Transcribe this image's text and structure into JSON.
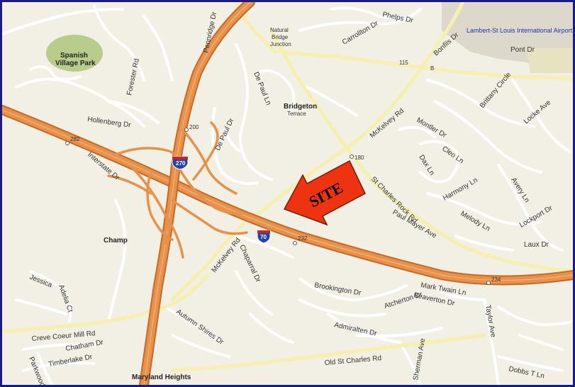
{
  "map": {
    "colors": {
      "background": "#f2efe4",
      "highway": "#e8914a",
      "highway_edge": "#c46a28",
      "arterial": "#f5f0b0",
      "local_road": "#ffffff",
      "park": "#b8cc8c",
      "airport": "#ddd8cc",
      "site_arrow": "#ee3311",
      "frame": "#1a1a8c"
    },
    "places": {
      "spanish_village_park": [
        "Spanish",
        "Village Park"
      ],
      "natural_bridge_junction": [
        "Natural",
        "Bridge",
        "Junction"
      ],
      "bridgeton_terrace": [
        "Bridgeton",
        "Terrace"
      ],
      "champ": "Champ",
      "maryland_heights": "Maryland Heights",
      "airport": "Lambert-St Louis International Airport"
    },
    "shields": {
      "i270": "270",
      "i70": "70"
    },
    "exits": {
      "e200": "200",
      "e232": "232",
      "e234": "234",
      "e180": "180",
      "e282": "282"
    },
    "routes": {
      "r115": "115",
      "rB": "B"
    },
    "streets": {
      "pennridge_dr": "Pennridge Dr",
      "forester_rd": "Forester Rd",
      "hollenberg_dr": "Hollenberg Dr",
      "interstate_dr": "Interstate Dr",
      "de_paul_ln": "De Paul Ln",
      "de_paul_dr": "De Paul Dr",
      "carrollton_dr": "Carrollton Dr",
      "phelps_dr": "Phelps Dr",
      "bonfils_dr": "Bonfils Dr",
      "pont_dr": "Pont Dr",
      "brittany_circle": "Brittany Circle",
      "locke_ave": "Locke Ave",
      "mckelvey_rd_north": "McKelvey Rd",
      "montler_dr": "Montler Dr",
      "cleo_ln": "Cleo Ln",
      "dax_ln": "Dax Ln",
      "avery_ln": "Avery Ln",
      "st_charles_rock_rd": "St Charles Rock Rd",
      "harmony_ln": "Harmony Ln",
      "melody_ln": "Melody Ln",
      "lockport_dr": "Lockport Dr",
      "laux_dr": "Laux Dr",
      "paul_mayer_ave": "Paul Mayer Ave",
      "mckelvey_rd_south": "McKelvey Rd",
      "chaparral_dr": "Chaparral Dr",
      "jessica": "Jessica",
      "adelia_ct": "Adelia Ct",
      "brookington_dr": "Brookington Dr",
      "mark_twain_ln": "Mark Twain Ln",
      "beaverton_dr": "Beaverton Dr",
      "atcherton_dr": "Atcherton Dr",
      "admiralten_dr": "Admiralten Dr",
      "creve_coeur_mill_rd": "Creve Coeur Mill Rd",
      "chatham_dr": "Chatham Dr",
      "timberlake_dr": "Timberlake Dr",
      "parkwood_pl": "Parkwood Pl",
      "autumn_shires_dr": "Autumn Shires Dr",
      "old_st_charles_rd": "Old St Charles Rd",
      "sherman_ave": "Sherman Ave",
      "taylor_ave": "Taylor Ave",
      "dobbs_t_ln": "Dobbs T Ln"
    },
    "site_label": "SITE"
  }
}
